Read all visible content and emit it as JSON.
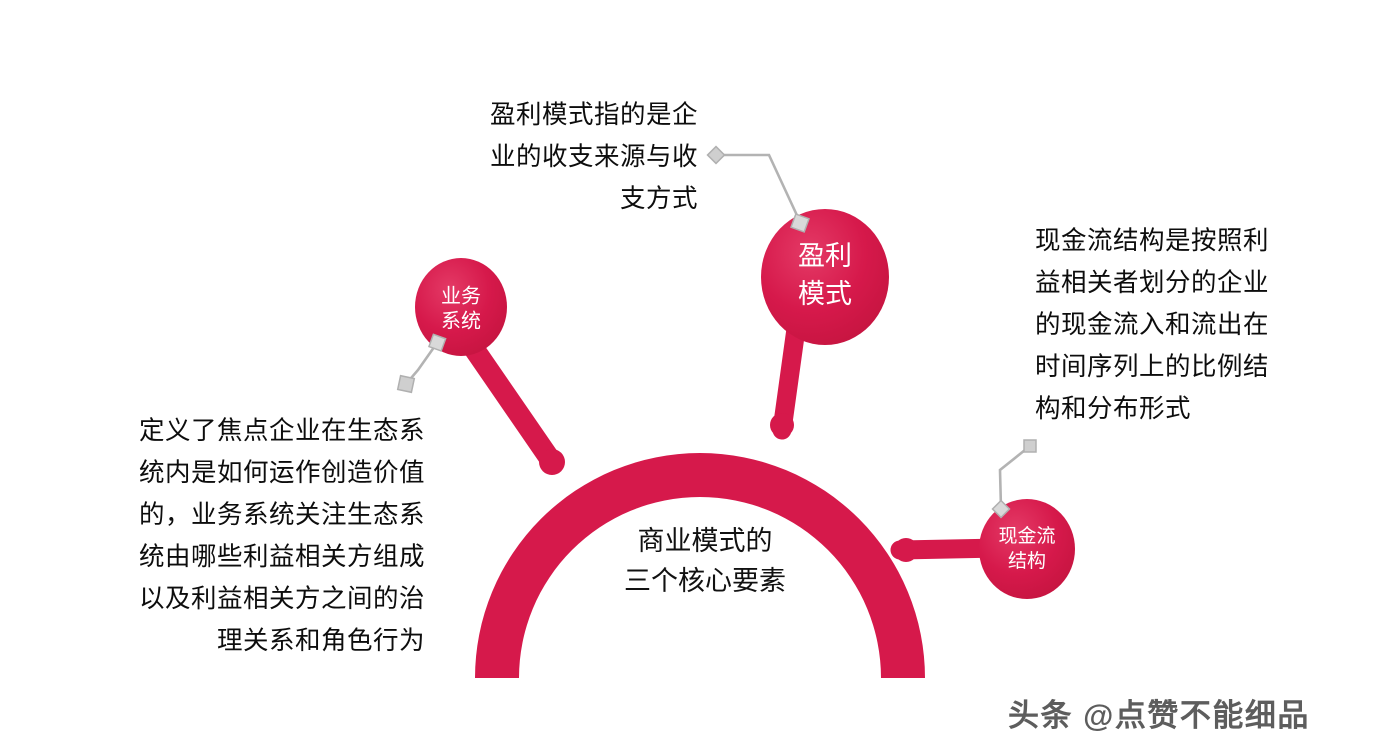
{
  "meta": {
    "accent_color": "#D6194B",
    "leader_color": "#b3b3b3",
    "text_color": "#0d0d0d",
    "background": "#ffffff"
  },
  "center": {
    "title_line1": "商业模式的",
    "title_line2": "三个核心要素",
    "title": "商业模式的\n三个核心要素"
  },
  "nodes": [
    {
      "id": "business-system",
      "label_line1": "业务",
      "label_line2": "系统",
      "description": "定义了焦点企业在生态系\n统内是如何运作创造价值\n的，业务系统关注生态系\n统由哪些利益相关方组成\n以及利益相关方之间的治\n理关系和角色行为"
    },
    {
      "id": "profit-model",
      "label_line1": "盈利",
      "label_line2": "模式",
      "description": "盈利模式指的是企\n业的收支来源与收\n支方式"
    },
    {
      "id": "cashflow-structure",
      "label_line1": "现金流",
      "label_line2": "结构",
      "description": "现金流结构是按照利\n益相关者划分的企业\n的现金流入和流出在\n时间序列上的比例结\n构和分布形式"
    }
  ],
  "watermark": {
    "text": "头条 @点赞不能细品"
  }
}
